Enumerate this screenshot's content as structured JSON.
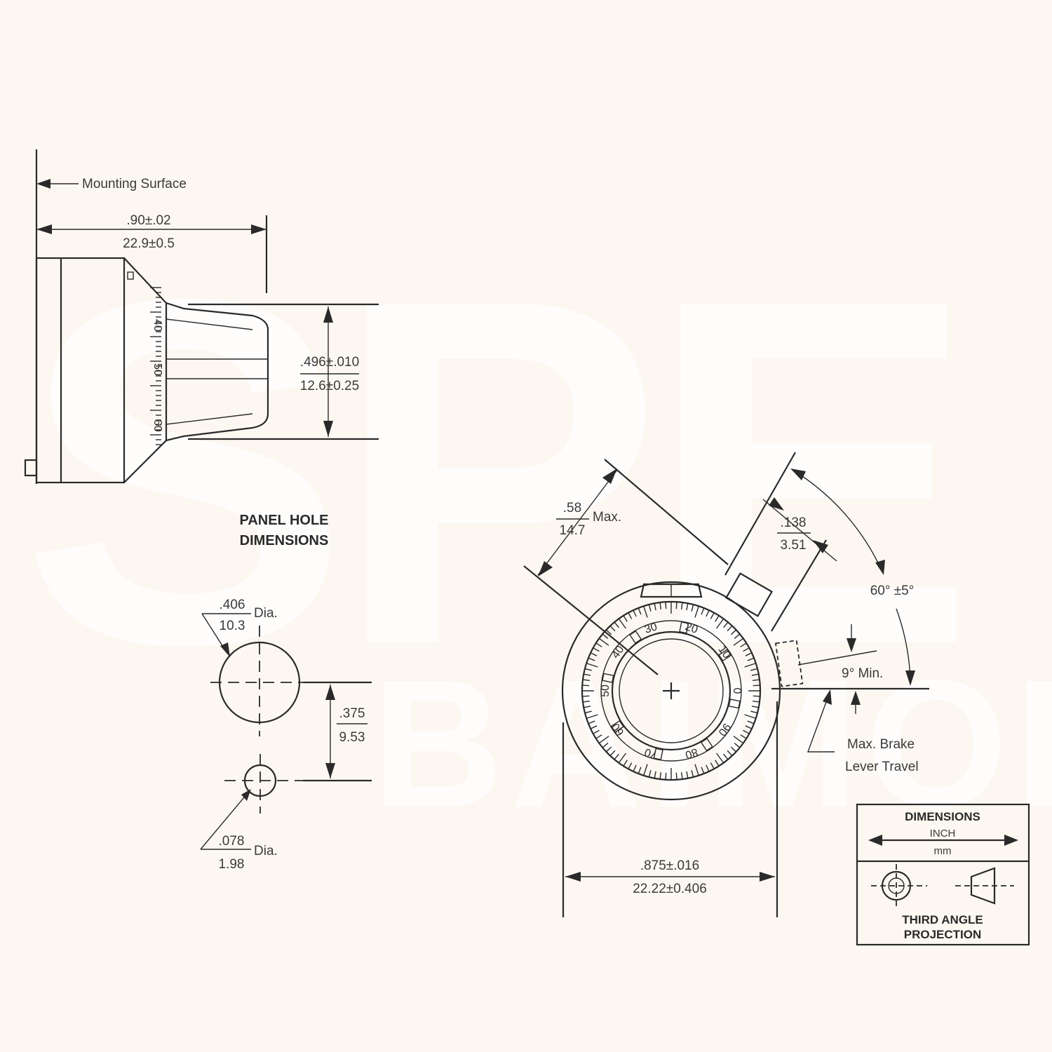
{
  "watermark": {
    "line1": "SPE",
    "line2": "BAIMOH"
  },
  "side_view": {
    "mounting_surface": "Mounting Surface",
    "length_inch": ".90±.02",
    "length_mm": "22.9±0.5",
    "height_inch": ".496±.010",
    "height_mm": "12.6±0.25",
    "scale_labels": [
      "40",
      "50",
      "60"
    ]
  },
  "panel_hole": {
    "title_line1": "PANEL HOLE",
    "title_line2": "DIMENSIONS",
    "main_dia_inch": ".406",
    "main_dia_mm": "10.3",
    "dia_label": "Dia.",
    "spacing_inch": ".375",
    "spacing_mm": "9.53",
    "small_dia_inch": ".078",
    "small_dia_mm": "1.98",
    "small_dia_label": "Dia."
  },
  "front_view": {
    "lever_inch": ".58",
    "lever_mm": "14.7",
    "lever_max": "Max.",
    "gap_inch": ".138",
    "gap_mm": "3.51",
    "angle": "60° ±5°",
    "min_angle": "9° Min.",
    "brake_line1": "Max. Brake",
    "brake_line2": "Lever Travel",
    "width_inch": ".875±.016",
    "width_mm": "22.22±0.406",
    "dial_numbers": [
      "0",
      "10",
      "20",
      "30",
      "40",
      "50",
      "60",
      "70",
      "80",
      "90"
    ]
  },
  "legend": {
    "title": "DIMENSIONS",
    "unit_top": "INCH",
    "unit_bottom": "mm",
    "proj_line1": "THIRD ANGLE",
    "proj_line2": "PROJECTION"
  }
}
